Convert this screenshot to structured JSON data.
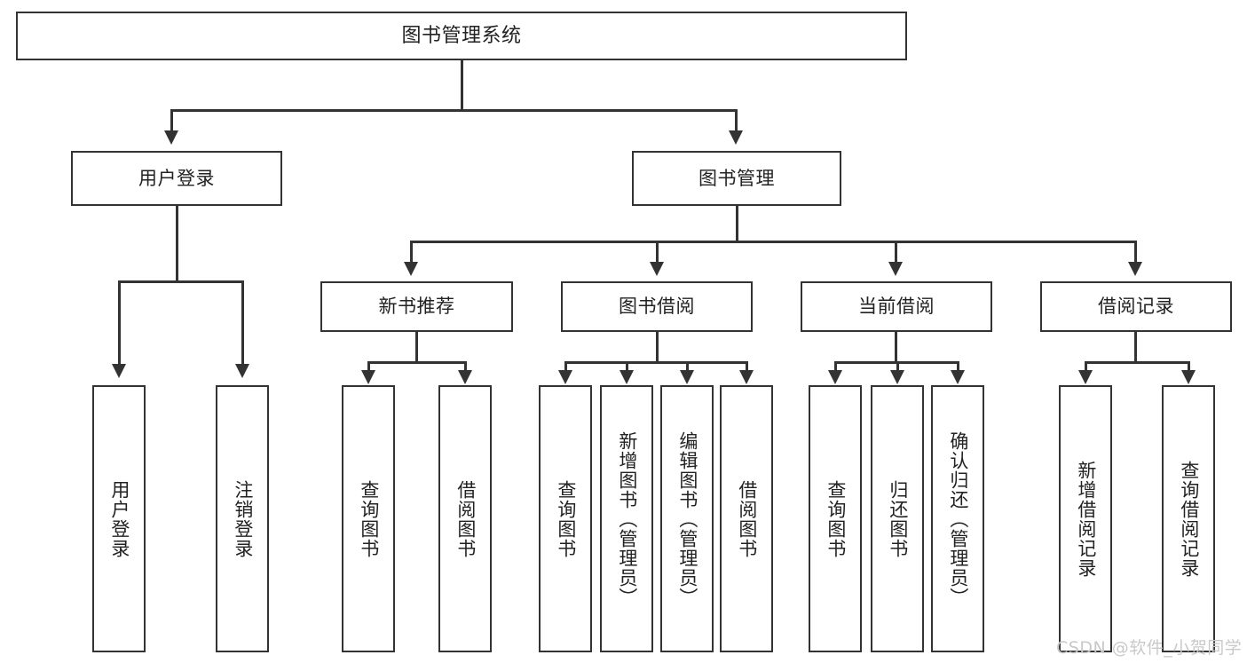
{
  "diagram": {
    "title": "图书管理系统",
    "root": {
      "label": "图书管理系统"
    },
    "level2": [
      {
        "label": "用户登录"
      },
      {
        "label": "图书管理"
      }
    ],
    "level3": [
      {
        "label": "新书推荐"
      },
      {
        "label": "图书借阅"
      },
      {
        "label": "当前借阅"
      },
      {
        "label": "借阅记录"
      }
    ],
    "leaves": {
      "user_login": [
        {
          "label": "用户登录"
        },
        {
          "label": "注销登录"
        }
      ],
      "new_book_recommend": [
        {
          "label": "查询图书"
        },
        {
          "label": "借阅图书"
        }
      ],
      "book_borrow": [
        {
          "label": "查询图书"
        },
        {
          "label": "新增图书（管理员）"
        },
        {
          "label": "编辑图书（管理员）"
        },
        {
          "label": "借阅图书"
        }
      ],
      "current_borrow": [
        {
          "label": "查询图书"
        },
        {
          "label": "归还图书"
        },
        {
          "label": "确认归还（管理员）"
        }
      ],
      "borrow_record": [
        {
          "label": "新增借阅记录"
        },
        {
          "label": "查询借阅记录"
        }
      ]
    }
  },
  "watermark": {
    "text": "CSDN @软件_小贺同学"
  },
  "colors": {
    "border": "#333333",
    "text": "#222222",
    "background": "#ffffff",
    "watermark": "#c9c9c9"
  }
}
